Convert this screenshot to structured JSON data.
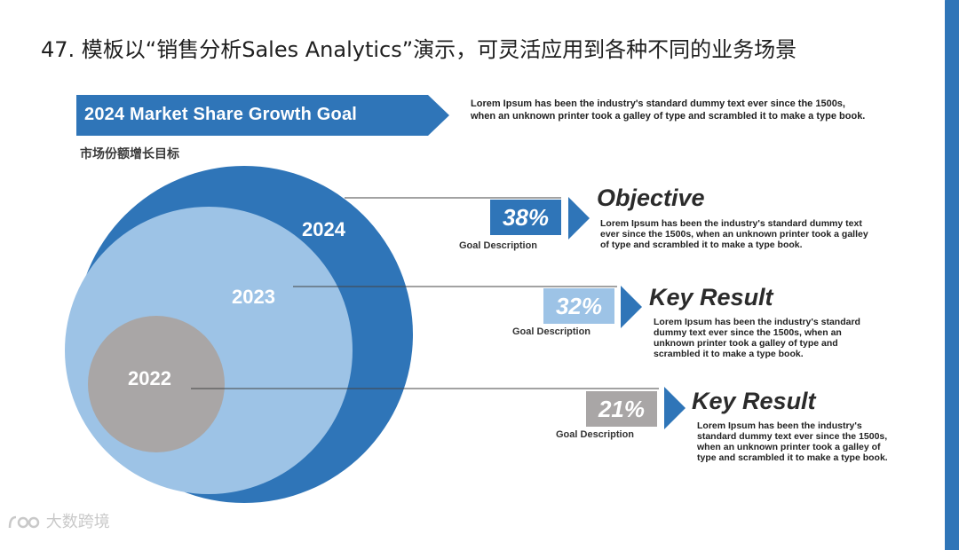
{
  "slide_title": "47. 模板以“销售分析Sales Analytics”演示，可灵活应用到各种不同的业务场景",
  "banner": {
    "title": "2024 Market Share Growth Goal",
    "description": "Lorem Ipsum has been the industry's standard dummy text ever since the 1500s, when an unknown printer took a galley of type and scrambled it to make a type book."
  },
  "subtitle_cn": "市场份额增长目标",
  "years": {
    "y2024": "2024",
    "y2023": "2023",
    "y2022": "2022"
  },
  "items": [
    {
      "percent": "38%",
      "goal_label": "Goal Description",
      "title": "Objective",
      "description": "Lorem Ipsum has been the industry's standard dummy text ever since the 1500s, when an unknown printer took a galley of type and scrambled it to make a type book."
    },
    {
      "percent": "32%",
      "goal_label": "Goal Description",
      "title": "Key Result",
      "description": "Lorem Ipsum has been the industry's standard dummy text ever since the 1500s, when an unknown printer took a galley of type and scrambled it to make a type book."
    },
    {
      "percent": "21%",
      "goal_label": "Goal Description",
      "title": "Key Result",
      "description": "Lorem Ipsum has been the industry's standard dummy text ever since the 1500s, when an unknown printer took a galley of type and scrambled it to make a type book."
    }
  ],
  "watermark": "大数跨境",
  "colors": {
    "dark_blue": "#2f75b8",
    "light_blue": "#9dc3e6",
    "gray": "#a9a6a6"
  }
}
